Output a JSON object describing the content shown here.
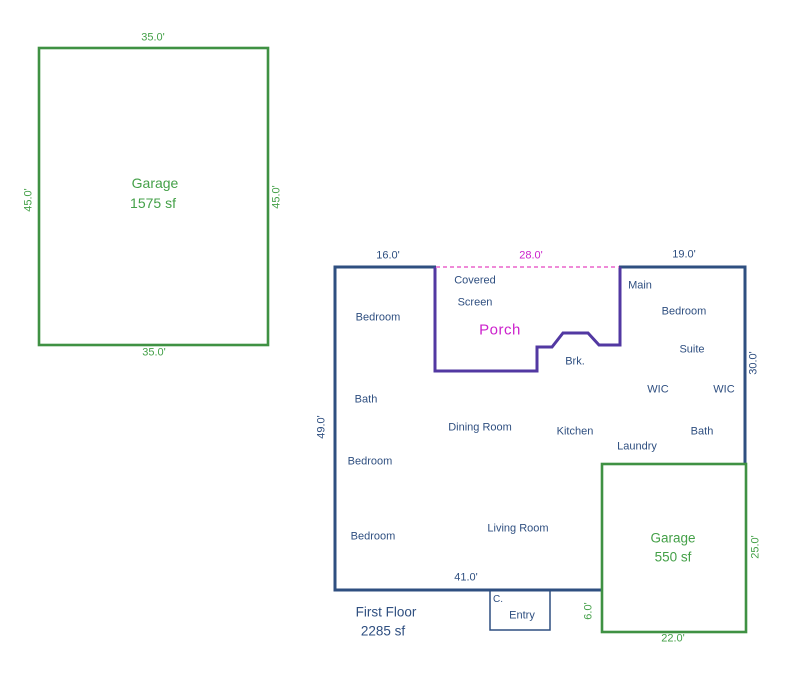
{
  "colors": {
    "wall_blue": "#2f4f80",
    "text_blue": "#2f4f80",
    "green": "#3f9143",
    "text_green": "#44a048",
    "magenta": "#cc22cc",
    "porch_purple": "#5238a2",
    "dash_pink": "#ef8ad8"
  },
  "garage_upper": {
    "name": "Garage",
    "area": "1575 sf",
    "dim_top": "35.0'",
    "dim_bottom": "35.0'",
    "dim_left": "45.0'",
    "dim_right": "45.0'"
  },
  "first_floor": {
    "name": "First Floor",
    "area": "2285 sf",
    "dims": {
      "top_left": "16.0'",
      "top_right": "19.0'",
      "left": "49.0'",
      "right": "30.0'",
      "bottom": "41.0'",
      "garage_offset": "6.0'"
    },
    "rooms": {
      "bedroom1": "Bedroom",
      "bath1": "Bath",
      "bedroom2": "Bedroom",
      "bedroom3": "Bedroom",
      "dining": "Dining Room",
      "living": "Living Room",
      "kitchen": "Kitchen",
      "breakfast": "Brk.",
      "laundry": "Laundry",
      "main": "Main",
      "bedroom_suite": "Bedroom",
      "suite": "Suite",
      "wic1": "WIC",
      "wic2": "WIC",
      "bath2": "Bath",
      "closet": "C.",
      "entry": "Entry"
    }
  },
  "porch": {
    "covered": "Covered",
    "screen": "Screen",
    "label": "Porch",
    "dim_top": "28.0'"
  },
  "garage_lower": {
    "name": "Garage",
    "area": "550 sf",
    "dim_right": "25.0'",
    "dim_bottom": "22.0'"
  }
}
